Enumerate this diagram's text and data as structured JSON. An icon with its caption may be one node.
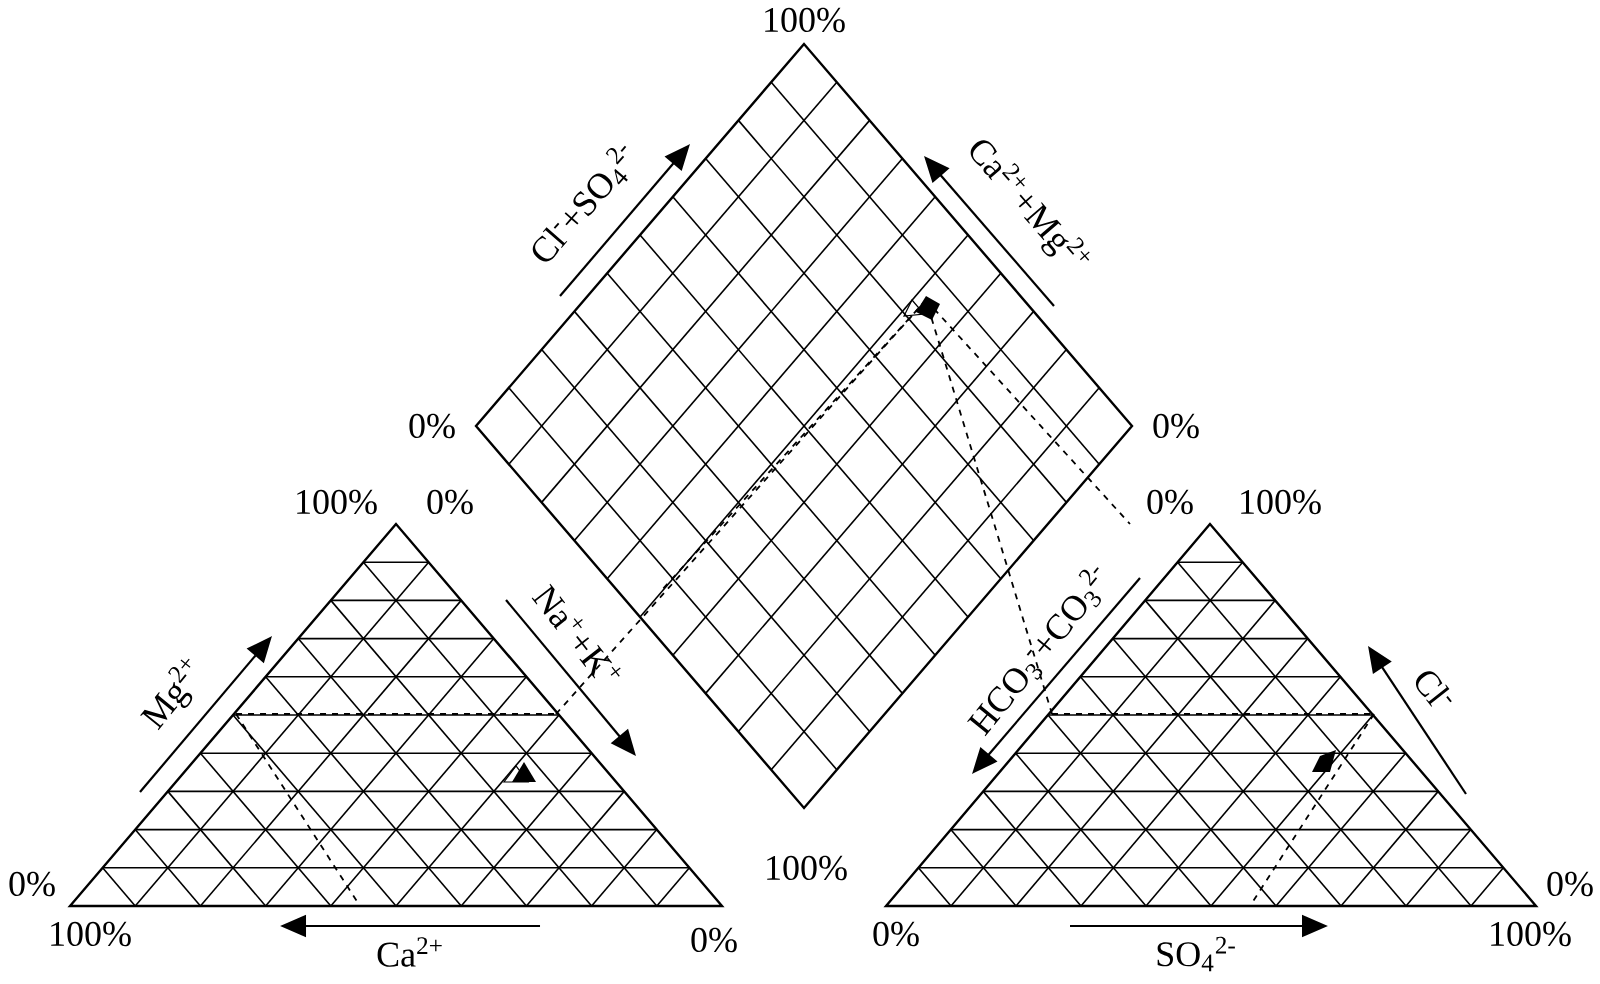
{
  "diagram": {
    "labels": [
      "100%",
      "Cl$^{-}$+SO$_{4}$$^{2-}$",
      "Ca$^{2+}$+Mg$^{2+}$",
      "0%",
      "0%",
      "100%",
      "0%",
      "Na$^{+}$+K$^{+}$",
      "Mg$^{2+}$",
      "HCO$_{3}$$^{-}$+CO$_{3}$$^{2-}$",
      "0%",
      "100%",
      "Cl$^{-}$",
      "100%",
      "0%",
      "0%",
      "100%",
      "Ca$^{2+}$",
      "0%",
      "0%",
      "SO$_{4}$$^{2-}$",
      "100%"
    ]
  }
}
